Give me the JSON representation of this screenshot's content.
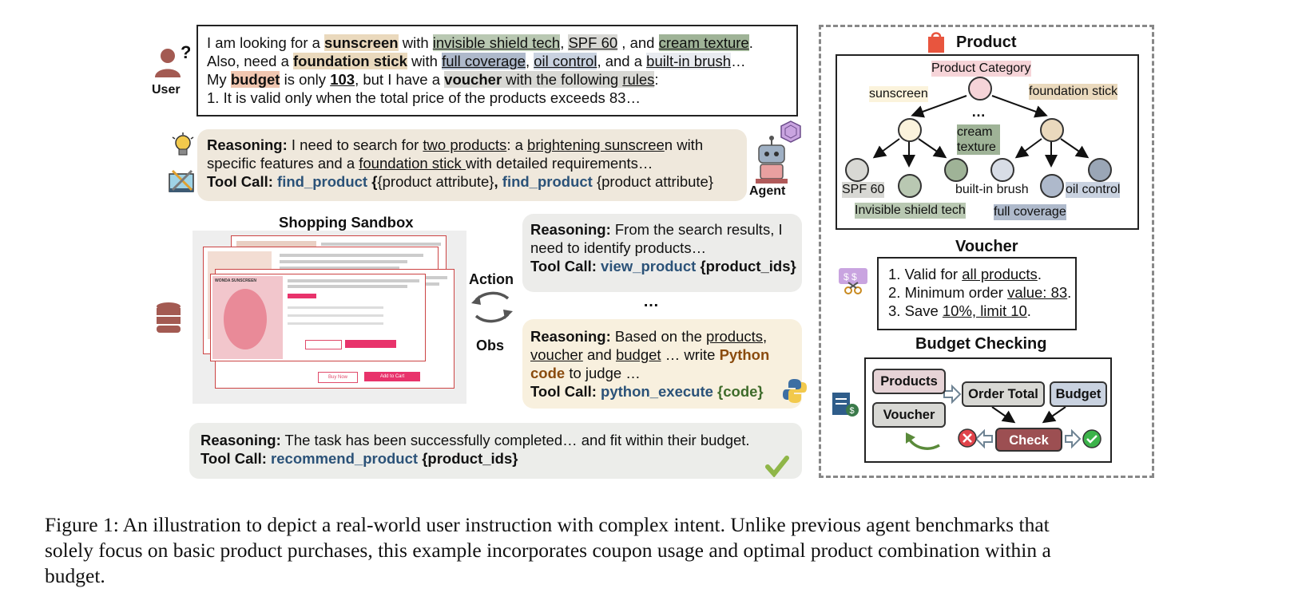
{
  "user": {
    "label": "User",
    "l1_a": "I am looking for a ",
    "l1_b": "sunscreen",
    "l1_c": " with ",
    "l1_d": "invisible shield tech",
    "l1_e": ", ",
    "l1_f": "SPF 60",
    "l1_g": " , and ",
    "l1_h": "cream texture",
    "l1_i": ".",
    "l2_a": "Also, need a ",
    "l2_b": "foundation stick",
    "l2_c": " with ",
    "l2_d": "full coverage",
    "l2_e": ", ",
    "l2_f": "oil control",
    "l2_g": ", and a ",
    "l2_h": "built-in brush",
    "l2_i": "…",
    "l3_a": "My ",
    "l3_b": "budget",
    "l3_c": " is only ",
    "l3_d": "103",
    "l3_e": ", but I have a ",
    "l3_f": "voucher",
    "l3_g": " with the following ",
    "l3_h": "rules",
    "l3_i": ":",
    "l4": "1. It is valid only when the total price of the products exceeds 83…"
  },
  "agent": {
    "label": "Agent",
    "r1_head": "Reasoning:",
    "r1_a": " I need to search for ",
    "r1_b": "two products",
    "r1_c": ": a ",
    "r1_d": "brightening sunscree",
    "r1_e": "n with",
    "r1_f": "specific features and a ",
    "r1_g": "foundation stick ",
    "r1_h": "with detailed requirements…",
    "t1_head": "Tool Call:",
    "t1_fn1": "find_product",
    "t1_arg1": "{product attribute}",
    "t1_sep": ",",
    "t1_fn2": "find_product",
    "t1_arg2": "{product attribute}"
  },
  "sandbox": {
    "title": "Shopping Sandbox",
    "action": "Action",
    "obs": "Obs",
    "ellipsis": "…",
    "screen_brand": "WONDA SUNSCREEN",
    "buy_now": "Buy Now",
    "add_to_cart": "Add to Cart"
  },
  "step2": {
    "head": "Reasoning:",
    "a": " From the search results, I",
    "b": "need to identify products…",
    "tool_head": "Tool Call:",
    "fn": "view_product",
    "arg": "{product_ids}"
  },
  "step3": {
    "head": "Reasoning:",
    "a": " Based on the ",
    "b": "products",
    "c": ",",
    "d": "voucher",
    "e": " and ",
    "f": "budget",
    "g": " … write ",
    "h": "Python",
    "i": "code",
    "j": " to judge …",
    "tool_head": "Tool Call:",
    "fn": "python_execute",
    "arg": "{code}"
  },
  "final": {
    "head": "Reasoning:",
    "text": " The task has been successfully completed… and fit within their budget.",
    "tool_head": "Tool Call:",
    "fn": "recommend_product",
    "arg": "{product_ids}"
  },
  "product": {
    "title": "Product",
    "category": "Product Category",
    "sunscreen": "sunscreen",
    "foundation": "foundation stick",
    "dots": "…",
    "cream": "cream texture",
    "spf": "SPF 60",
    "brush": "built-in brush",
    "oil": "oil control",
    "invisible": "Invisible shield tech",
    "coverage": "full coverage"
  },
  "voucher": {
    "title": "Voucher",
    "r1_a": "1. Valid for ",
    "r1_b": "all products",
    "r1_c": ".",
    "r2_a": "2. Minimum order ",
    "r2_b": "value: 83",
    "r2_c": ".",
    "r3_a": "3. Save ",
    "r3_b": "10%, limit 10",
    "r3_c": "."
  },
  "budget": {
    "title": "Budget Checking",
    "products": "Products",
    "voucher": "Voucher",
    "order_total": "Order Total",
    "budget": "Budget",
    "check": "Check"
  },
  "caption": {
    "l1": "Figure 1: An illustration to depict a real-world user instruction with complex intent. Unlike previous agent benchmarks that",
    "l2": "solely focus on basic product purchases, this example incorporates coupon usage and optimal product combination within a",
    "l3": "budget."
  },
  "colors": {
    "green_hl": "#b9c8b2",
    "tan_hl": "#ead9bd",
    "blue_hl": "#c9d2e0",
    "peach_hl": "#f0c6b0",
    "tool_blue": "#2b5278",
    "python_brown": "#8a4b0e",
    "code_green": "#3e6b2a",
    "check_red": "#9c4f52"
  }
}
